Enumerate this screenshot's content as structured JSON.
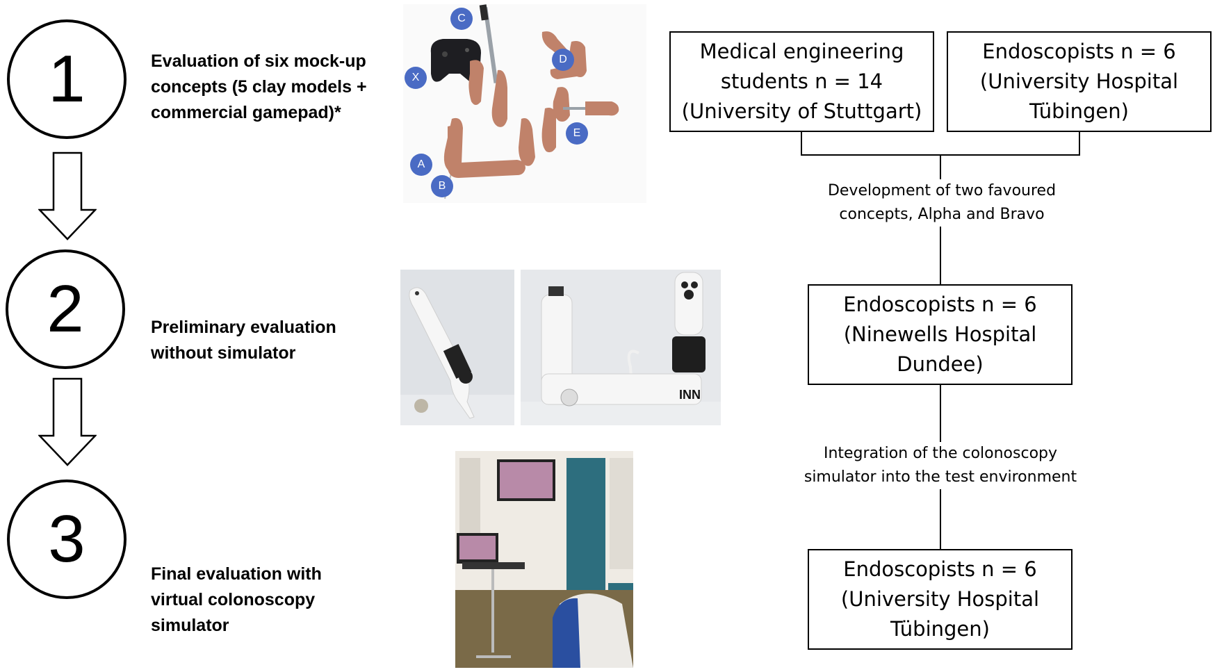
{
  "steps": [
    {
      "number": "1",
      "label": "Evaluation  of six mock-up\nconcepts  (5 clay models +\ncommercial gamepad)*"
    },
    {
      "number": "2",
      "label": "Preliminary  evaluation\nwithout simulator"
    },
    {
      "number": "3",
      "label": "Final evaluation with\nvirtual colonoscopy\nsimulator"
    }
  ],
  "boxes": {
    "students": "Medical engineering\nstudents n = 14\n(University of Stuttgart)",
    "endoscopists_tuebingen_1": "Endoscopists n = 6\n(University Hospital\nTübingen)",
    "endoscopists_dundee": "Endoscopists n = 6\n(Ninewells Hospital\nDundee)",
    "endoscopists_tuebingen_2": "Endoscopists n = 6\n(University Hospital\nTübingen)"
  },
  "notes": {
    "development": "Development of two favoured\nconcepts, Alpha and Bravo",
    "integration": "Integration of the colonoscopy\nsimulator into the test environment"
  },
  "mockup_badges": [
    "X",
    "C",
    "D",
    "E",
    "A",
    "B"
  ],
  "colors": {
    "badge": "#4a6bc4",
    "clay": "#c0826a",
    "device": "#f4f4f4"
  }
}
